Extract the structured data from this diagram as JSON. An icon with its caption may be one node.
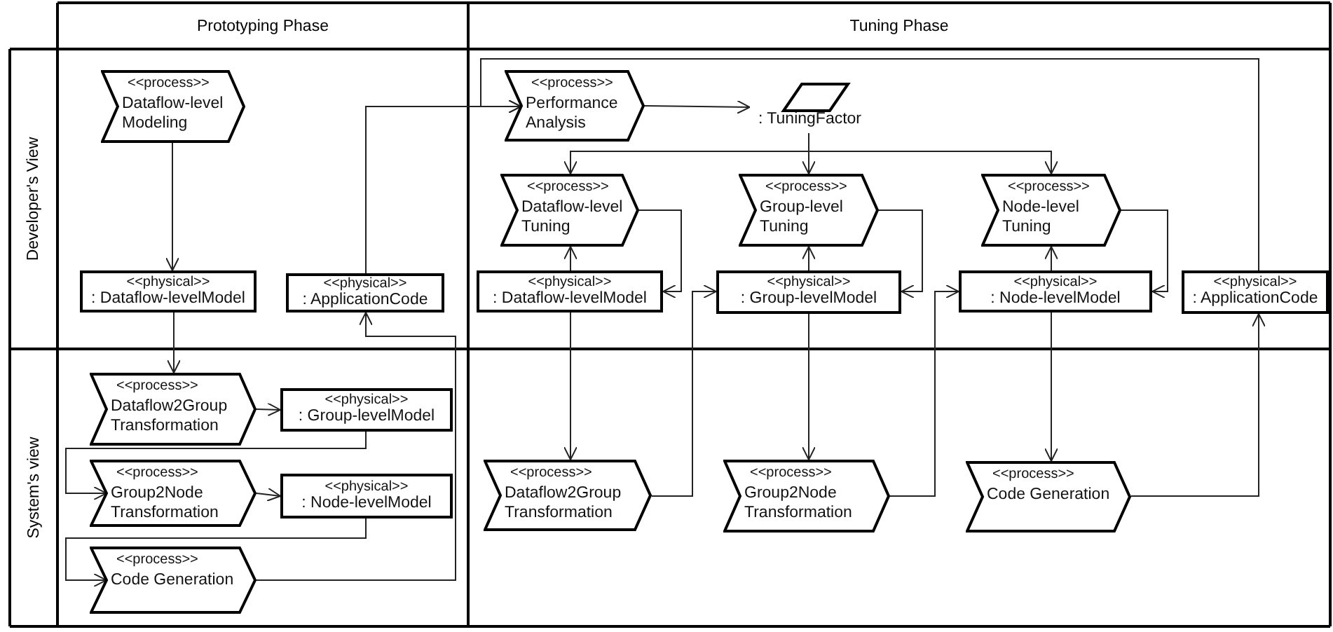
{
  "diagram": {
    "nodes": [
      {
        "text": [
          "Prototyping Phase"
        ]
      },
      {
        "text": [
          "Tuning Phase"
        ]
      },
      {
        "text": [
          "Developer's View"
        ]
      },
      {
        "text": [
          "System's view"
        ]
      },
      {
        "text": [
          "<<process>>",
          "Dataflow-level Modeling"
        ]
      },
      {
        "text": [
          "<<physical>>",
          ": Dataflow-levelModel"
        ]
      },
      {
        "text": [
          "<<physical>>",
          ": ApplicationCode"
        ]
      },
      {
        "text": [
          "<<process>>",
          "Dataflow2Group Transformation"
        ]
      },
      {
        "text": [
          "<<physical>>",
          ": Group-levelModel"
        ]
      },
      {
        "text": [
          "<<process>>",
          "Group2Node Transformation"
        ]
      },
      {
        "text": [
          "<<physical>>",
          ": Node-levelModel"
        ]
      },
      {
        "text": [
          "<<process>>",
          "Code Generation"
        ]
      },
      {
        "text": [
          "<<process>>",
          "Performance Analysis"
        ]
      },
      {
        "text": [
          ": TuningFactor"
        ]
      },
      {
        "text": [
          "<<process>>",
          "Dataflow-level Tuning"
        ]
      },
      {
        "text": [
          "<<physical>>",
          ": Dataflow-levelModel"
        ]
      },
      {
        "text": [
          "<<process>>",
          "Group-level Tuning"
        ]
      },
      {
        "text": [
          "<<physical>>",
          ": Group-levelModel"
        ]
      },
      {
        "text": [
          "<<process>>",
          "Node-level Tuning"
        ]
      },
      {
        "text": [
          "<<physical>>",
          ": Node-levelModel"
        ]
      },
      {
        "text": [
          "<<physical>>",
          ": ApplicationCode"
        ]
      },
      {
        "text": [
          "<<process>>",
          "Dataflow2Group Transformation"
        ]
      },
      {
        "text": [
          "<<process>>",
          "Group2Node Transformation"
        ]
      },
      {
        "text": [
          "<<process>>",
          "Code Generation"
        ]
      }
    ],
    "edges": [
      {
        "from": 4,
        "to": 5,
        "arrow": "to"
      },
      {
        "from": 5,
        "to": 7,
        "arrow": "to"
      },
      {
        "from": 7,
        "to": 8,
        "arrow": "to"
      },
      {
        "from": 8,
        "to": 9,
        "arrow": "to"
      },
      {
        "from": 9,
        "to": 10,
        "arrow": "to"
      },
      {
        "from": 10,
        "to": 11,
        "arrow": "to"
      },
      {
        "from": 11,
        "to": 6,
        "arrow": "to"
      },
      {
        "from": 6,
        "to": 12,
        "arrow": "to"
      },
      {
        "from": 20,
        "to": 12,
        "arrow": "to"
      },
      {
        "from": 12,
        "to": 13,
        "arrow": "to"
      },
      {
        "from": 13,
        "to": 14,
        "arrow": "to"
      },
      {
        "from": 13,
        "to": 16,
        "arrow": "to"
      },
      {
        "from": 13,
        "to": 18,
        "arrow": "to"
      },
      {
        "from": 14,
        "to": 15,
        "arrow": "to"
      },
      {
        "from": 15,
        "to": 14,
        "arrow": "to"
      },
      {
        "from": 15,
        "to": 21,
        "arrow": "to"
      },
      {
        "from": 21,
        "to": 17,
        "arrow": "to"
      },
      {
        "from": 16,
        "to": 17,
        "arrow": "to"
      },
      {
        "from": 17,
        "to": 16,
        "arrow": "to"
      },
      {
        "from": 17,
        "to": 22,
        "arrow": "to"
      },
      {
        "from": 22,
        "to": 19,
        "arrow": "to"
      },
      {
        "from": 18,
        "to": 19,
        "arrow": "to"
      },
      {
        "from": 19,
        "to": 18,
        "arrow": "to"
      },
      {
        "from": 19,
        "to": 23,
        "arrow": "to"
      },
      {
        "from": 23,
        "to": 20,
        "arrow": "to"
      }
    ]
  }
}
